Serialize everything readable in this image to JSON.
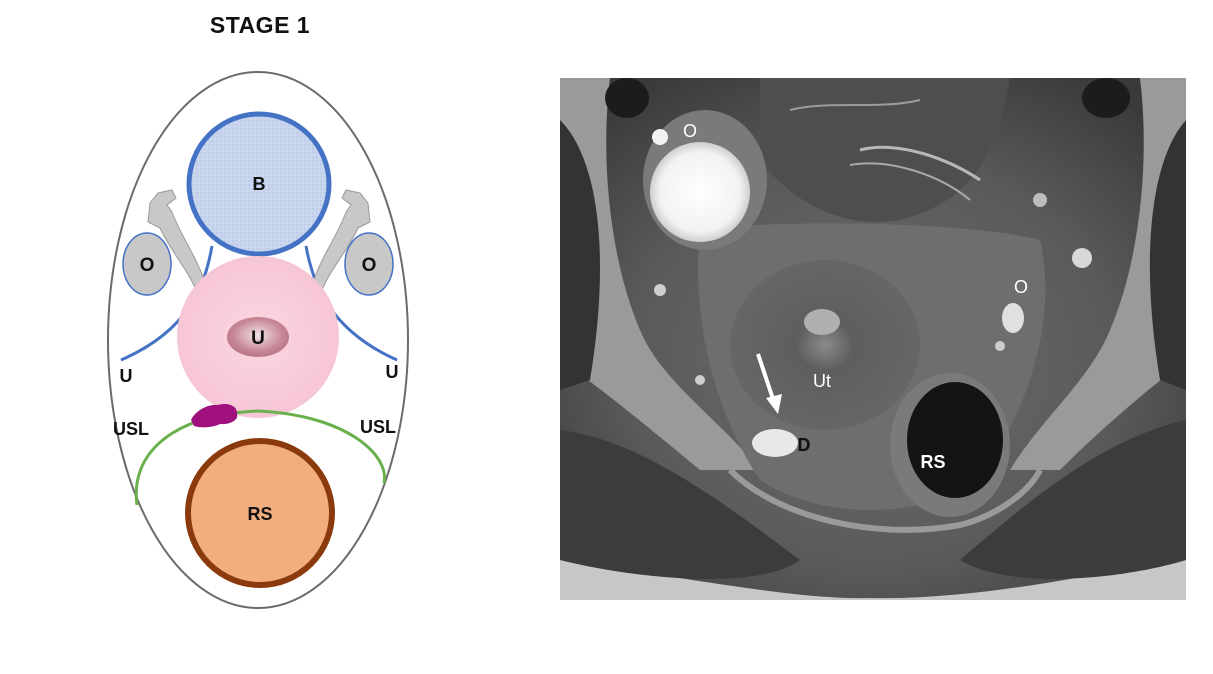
{
  "title": "STAGE 1",
  "diagram": {
    "bladder": "B",
    "ovary_left": "O",
    "ovary_right": "O",
    "uterus": "U",
    "ureter_left": "U",
    "ureter_right": "U",
    "usl_left": "USL",
    "usl_right": "USL",
    "rectosigmoid": "RS"
  },
  "mri": {
    "ovary_top": "O",
    "ovary_right": "O",
    "uterus": "Ut",
    "lesion": "D",
    "rectosigmoid": "RS"
  },
  "colors": {
    "bladder_stroke": "#4472c4",
    "bladder_fill": "#c9d6ee",
    "uterus_fill": "#f9cfdc",
    "uterus_core": "#c98a98",
    "ovary_fill": "#c8c8c8",
    "usl_green": "#6ab04c",
    "rs_fill": "#f2ae7e",
    "rs_stroke": "#8b3a0e",
    "lesion": "#a0107e"
  }
}
